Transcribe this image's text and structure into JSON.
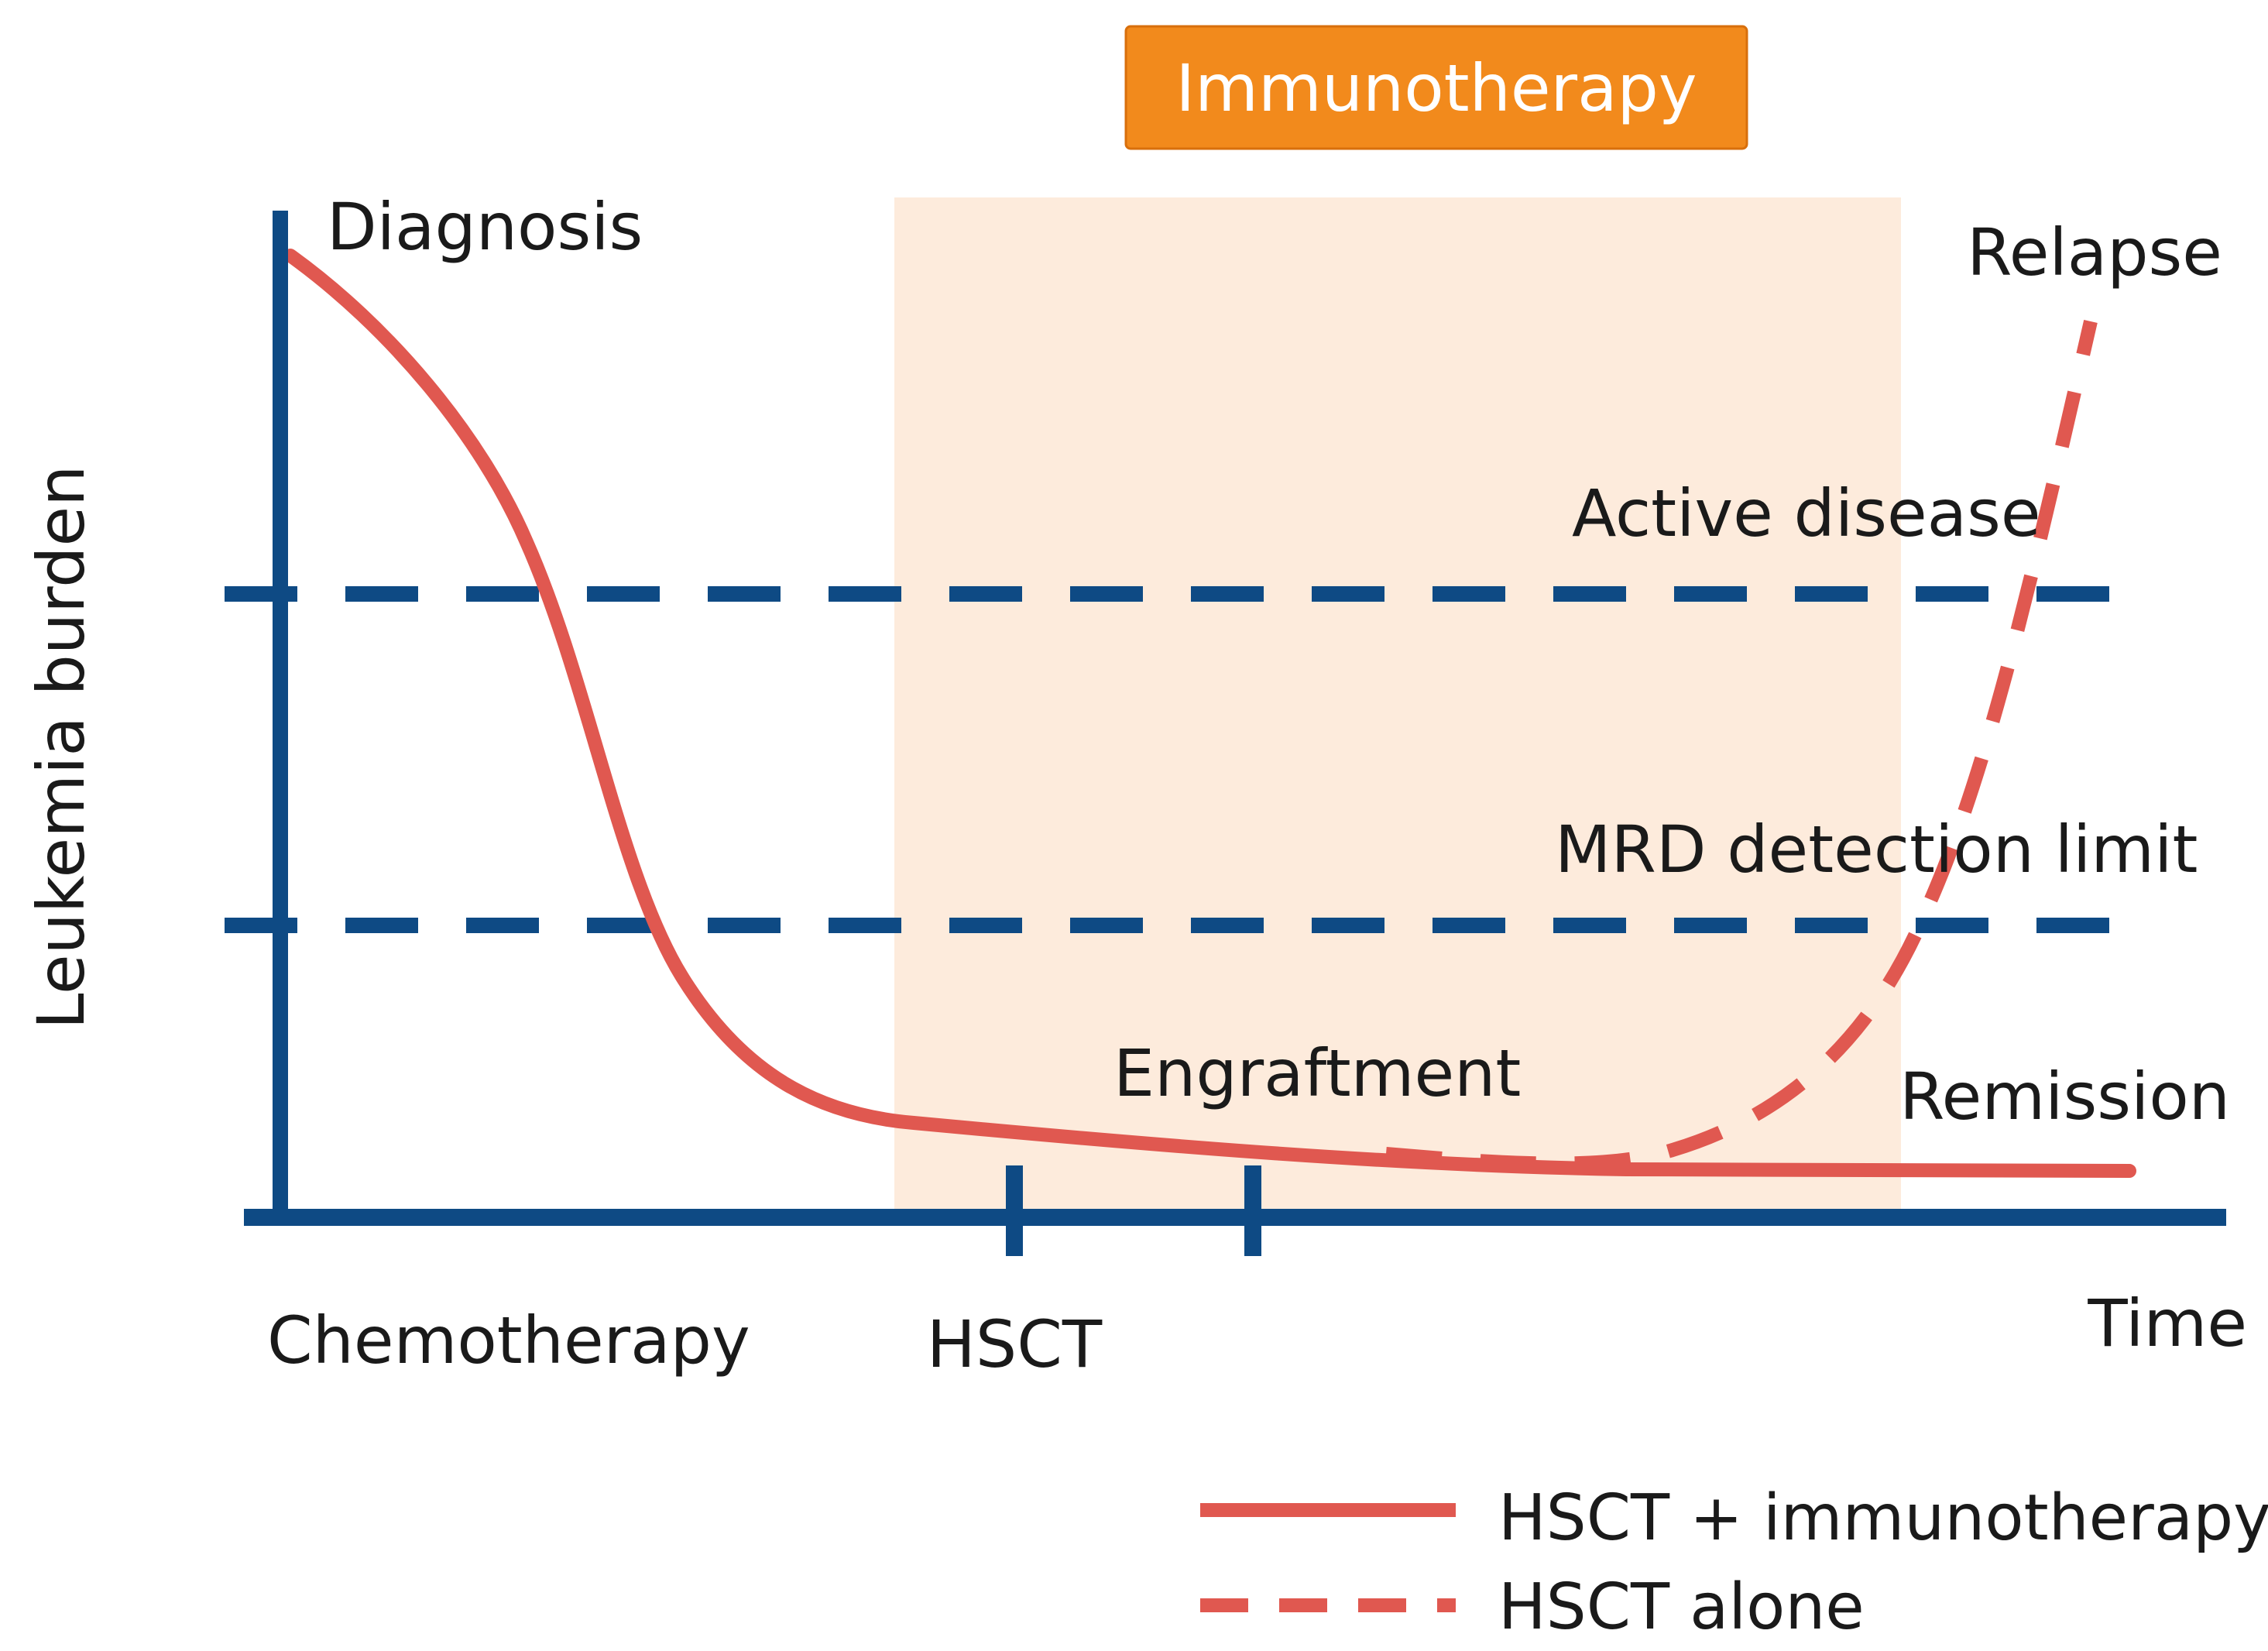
{
  "banner": {
    "label": "Immunotherapy"
  },
  "axes": {
    "y_label": "Leukemia burden",
    "x_label": "Time"
  },
  "thresholds": {
    "active_disease": "Active disease",
    "mrd_limit": "MRD detection limit"
  },
  "annotations": {
    "diagnosis": "Diagnosis",
    "relapse": "Relapse",
    "engraftment": "Engraftment",
    "remission": "Remission"
  },
  "x_markers": {
    "chemotherapy": "Chemotherapy",
    "hsct": "HSCT"
  },
  "legend": {
    "solid_label": "HSCT + immunotherapy",
    "dashed_label": "HSCT alone"
  },
  "colors": {
    "axis": "#0e4a84",
    "curve": "#e05850",
    "shade": "#fde7d6",
    "banner": "#f28a1c"
  }
}
